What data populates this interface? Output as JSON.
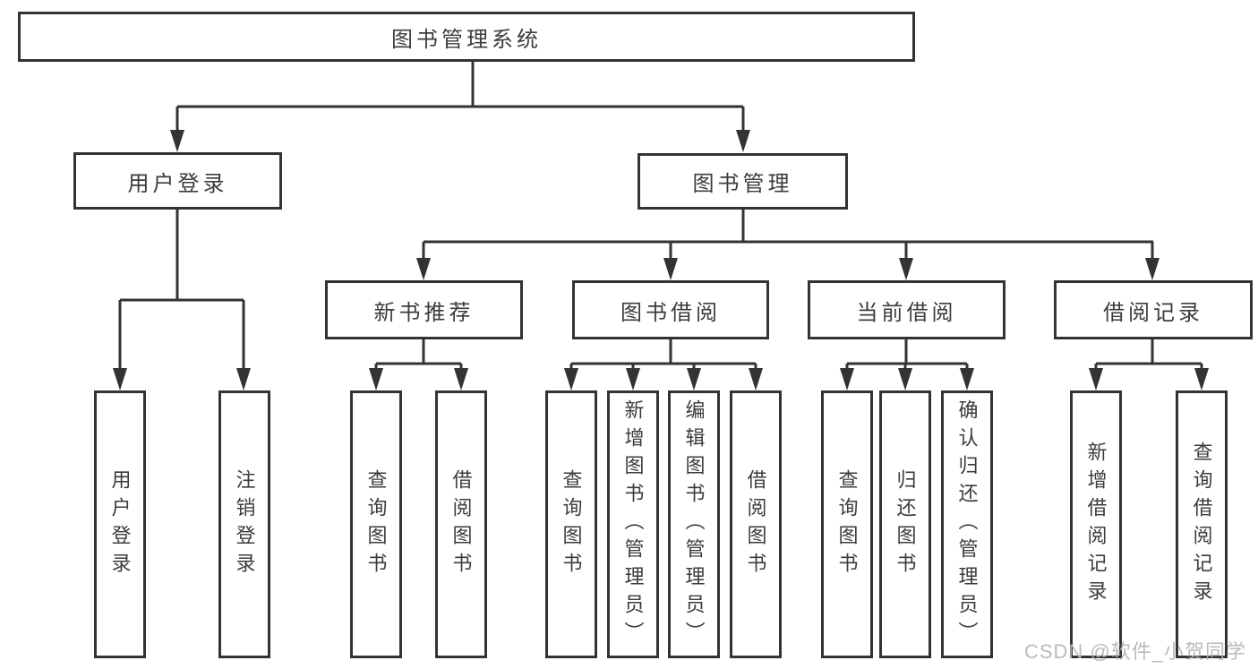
{
  "diagram": {
    "root": {
      "label": "图书管理系统"
    },
    "level2": [
      {
        "label": "用户登录",
        "parent": "图书管理系统"
      },
      {
        "label": "图书管理",
        "parent": "图书管理系统"
      }
    ],
    "level3": [
      {
        "label": "新书推荐",
        "parent": "图书管理"
      },
      {
        "label": "图书借阅",
        "parent": "图书管理"
      },
      {
        "label": "当前借阅",
        "parent": "图书管理"
      },
      {
        "label": "借阅记录",
        "parent": "图书管理"
      }
    ],
    "level4": [
      {
        "label": "用户登录",
        "parent": "用户登录"
      },
      {
        "label": "注销登录",
        "parent": "用户登录"
      },
      {
        "label": "查询图书",
        "parent": "新书推荐"
      },
      {
        "label": "借阅图书",
        "parent": "新书推荐"
      },
      {
        "label": "查询图书",
        "parent": "图书借阅"
      },
      {
        "label": "新增图书（管理员）",
        "parent": "图书借阅"
      },
      {
        "label": "编辑图书（管理员）",
        "parent": "图书借阅"
      },
      {
        "label": "借阅图书",
        "parent": "图书借阅"
      },
      {
        "label": "查询图书",
        "parent": "当前借阅"
      },
      {
        "label": "归还图书",
        "parent": "当前借阅"
      },
      {
        "label": "确认归还（管理员）",
        "parent": "当前借阅"
      },
      {
        "label": "新增借阅记录",
        "parent": "借阅记录"
      },
      {
        "label": "查询借阅记录",
        "parent": "借阅记录"
      }
    ]
  },
  "watermark": {
    "text": "CSDN @软件_小贺同学"
  },
  "colors": {
    "line": "#333333",
    "text": "#3c3c3c",
    "watermark": "#b4b4b4",
    "background": "#ffffff"
  }
}
